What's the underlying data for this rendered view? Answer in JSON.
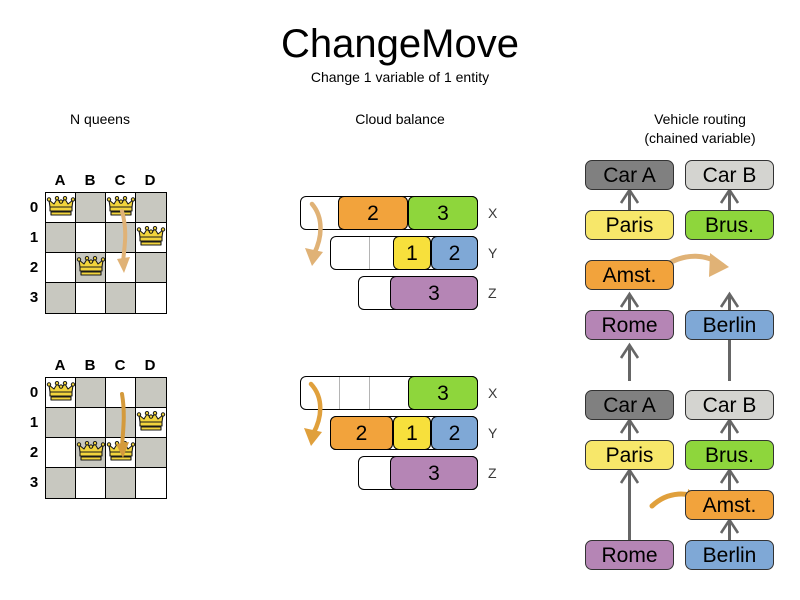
{
  "header": {
    "title": "ChangeMove",
    "subtitle": "Change 1 variable of 1 entity"
  },
  "columns": {
    "nqueens": "N queens",
    "cloud": "Cloud balance",
    "vrp_line1": "Vehicle routing",
    "vrp_line2": "(chained variable)"
  },
  "colors": {
    "orange": "#f2a33c",
    "green": "#8ed63c",
    "yellow": "#f7e03c",
    "blue": "#7fa8d6",
    "purple": "#b585b5",
    "car_a_gray": "#808080",
    "car_b_gray": "#d4d4d0",
    "board_dark": "#c8c8c0",
    "board_light": "#ffffff",
    "queen_gold": "#f2d43c",
    "arrow_tan": "#e0b276",
    "arrow_orange": "#e09a30",
    "edge_gray": "#666666"
  },
  "nqueens": {
    "files": [
      "A",
      "B",
      "C",
      "D"
    ],
    "ranks": [
      "0",
      "1",
      "2",
      "3"
    ],
    "before": {
      "queens": [
        {
          "file": "A",
          "rank": "0"
        },
        {
          "file": "C",
          "rank": "0"
        },
        {
          "file": "D",
          "rank": "1"
        },
        {
          "file": "B",
          "rank": "2"
        }
      ],
      "move_arrow": {
        "from_file": "C",
        "from_rank": "0",
        "to_file": "C",
        "to_rank": "2"
      }
    },
    "after": {
      "queens": [
        {
          "file": "A",
          "rank": "0"
        },
        {
          "file": "D",
          "rank": "1"
        },
        {
          "file": "B",
          "rank": "2"
        },
        {
          "file": "C",
          "rank": "2"
        }
      ],
      "move_arrow": {
        "from_file": "C",
        "from_rank": "0",
        "to_file": "C",
        "to_rank": "2"
      }
    }
  },
  "cloud_balance": {
    "row_labels": [
      "X",
      "Y",
      "Z"
    ],
    "before": {
      "rows": [
        {
          "label": "X",
          "blocks": [
            {
              "value": "2",
              "color": "#f2a33c"
            },
            {
              "value": "3",
              "color": "#8ed63c"
            }
          ]
        },
        {
          "label": "Y",
          "blocks": [
            {
              "value": "1",
              "color": "#f7e03c"
            },
            {
              "value": "2",
              "color": "#7fa8d6"
            }
          ]
        },
        {
          "label": "Z",
          "blocks": [
            {
              "value": "3",
              "color": "#b585b5"
            }
          ]
        }
      ]
    },
    "after": {
      "rows": [
        {
          "label": "X",
          "blocks": [
            {
              "value": "3",
              "color": "#8ed63c"
            }
          ]
        },
        {
          "label": "Y",
          "blocks": [
            {
              "value": "2",
              "color": "#f2a33c"
            },
            {
              "value": "1",
              "color": "#f7e03c"
            },
            {
              "value": "2",
              "color": "#7fa8d6"
            }
          ]
        },
        {
          "label": "Z",
          "blocks": [
            {
              "value": "3",
              "color": "#b585b5"
            }
          ]
        }
      ]
    },
    "moved_block": "2"
  },
  "vehicle_routing": {
    "before": {
      "chain_a": [
        "Car A",
        "Paris",
        "Amst.",
        "Rome"
      ],
      "chain_b": [
        "Car B",
        "Brus.",
        "Berlin"
      ],
      "moving_node": "Amst."
    },
    "after": {
      "chain_a": [
        "Car A",
        "Paris",
        "Rome"
      ],
      "chain_b": [
        "Car B",
        "Brus.",
        "Amst.",
        "Berlin"
      ],
      "moving_node": "Amst."
    },
    "node_labels": {
      "car_a": "Car A",
      "car_b": "Car B",
      "paris": "Paris",
      "brussels": "Brus.",
      "amsterdam": "Amst.",
      "rome": "Rome",
      "berlin": "Berlin"
    }
  }
}
